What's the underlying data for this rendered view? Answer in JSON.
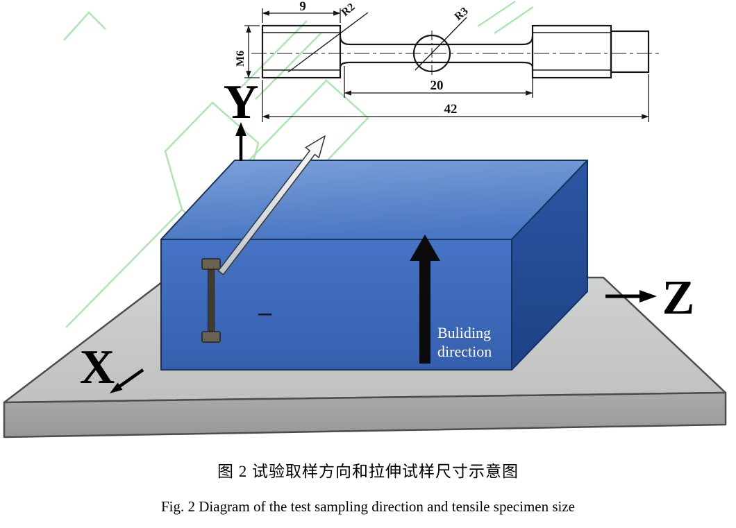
{
  "figure": {
    "caption_zh": "图 2 试验取样方向和拉伸试样尺寸示意图",
    "caption_en": "Fig. 2 Diagram of the test sampling direction and tensile specimen size"
  },
  "specimen_drawing": {
    "dim_grip_length": "9",
    "thread_label": "M6",
    "fillet_radius_label": "R2",
    "hole_radius_label": "R3",
    "dim_gauge_length": "20",
    "dim_total_length": "42"
  },
  "scene": {
    "axis_y_label": "Y",
    "axis_x_label": "X",
    "axis_z_label": "Z",
    "specimen_dash": "–",
    "build_direction_line1": "Buliding",
    "build_direction_line2": "direction"
  },
  "colors": {
    "block_top": "#5e88cf",
    "block_front": "#3e6cbf",
    "block_side": "#27509c",
    "plate_top": "#c7c9c8",
    "plate_front": "#a6a8a7",
    "watermark_green": "#a6e2a6"
  }
}
